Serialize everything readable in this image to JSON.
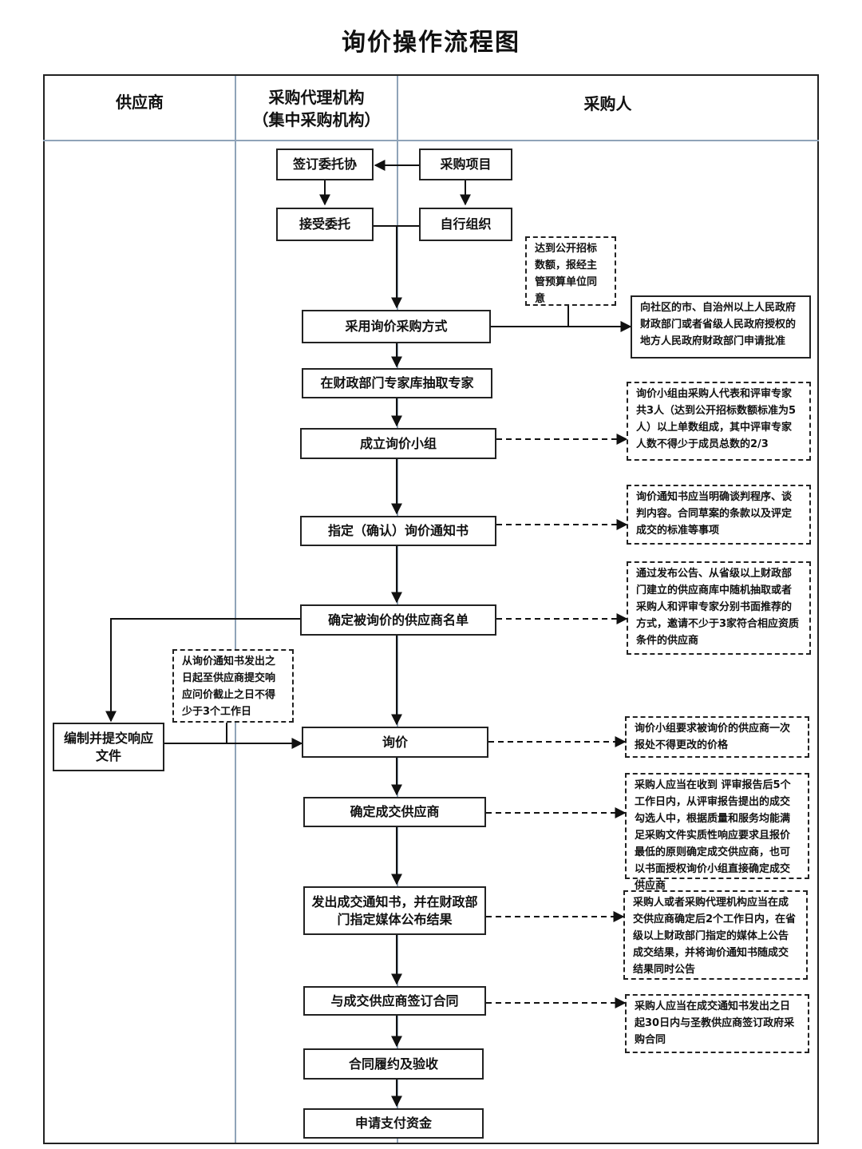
{
  "title": "询价操作流程图",
  "lanes": {
    "supplier": "供应商",
    "agency_line1": "采购代理机构",
    "agency_line2": "（集中采购机构）",
    "purchaser": "采购人"
  },
  "steps": {
    "sign_entrust": "签订委托协",
    "project": "采购项目",
    "accept_entrust": "接受委托",
    "self_organize": "自行组织",
    "adopt_method": "采用询价采购方式",
    "draw_experts": "在财政部门专家库抽取专家",
    "form_group": "成立询价小组",
    "designate_notice": "指定（确认）询价通知书",
    "confirm_list": "确定被询价的供应商名单",
    "prepare_response": "编制并提交响应文件",
    "inquiry": "询价",
    "confirm_supplier": "确定成交供应商",
    "issue_notice": "发出成交通知书，并在财政部门指定媒体公布结果",
    "sign_contract": "与成交供应商签订合同",
    "perform_accept": "合同履约及验收",
    "apply_payment": "申请支付资金"
  },
  "notes": {
    "threshold": "达到公开招标数额，报经主管预算单位同意",
    "approval": "向社区的市、自治州以上人民政府财政部门或者省级人民政府授权的地方人民政府财政部门申请批准",
    "group": "询价小组由采购人代表和评审专家共3人（达到公开招标数额标准为5人）以上单数组成，其中评审专家人数不得少于成员总数的2/3",
    "notice": "询价通知书应当明确谈判程序、谈判内容。合同草案的条款以及评定成交的标准等事项",
    "list": "通过发布公告、从省级以上财政部门建立的供应商库中随机抽取或者采购人和评审专家分别书面推荐的方式，邀请不少于3家符合相应资质条件的供应商",
    "deadline": "从询价通知书发出之日起至供应商提交响应问价截止之日不得少于3个工作日",
    "one_price": "询价小组要求被询价的供应商一次报处不得更改的价格",
    "confirm": "采购人应当在收到 评审报告后5个工作日内，从评审报告提出的成交勾选人中，根据质量和服务均能满足采购文件实质性响应要求且报价最低的原则确定成交供应商，也可以书面授权询价小组直接确定成交供应商",
    "publish": "采购人或者采购代理机构应当在成交供应商确定后2个工作日内，在省级以上财政部门指定的媒体上公告成交结果，并将询价通知书随成交结果同时公告",
    "contract": "采购人应当在成交通知书发出之日起30日内与圣教供应商签订政府采购合同"
  }
}
